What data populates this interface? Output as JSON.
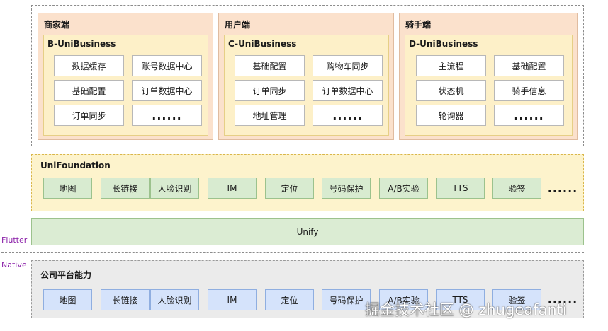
{
  "business_layer": {
    "merchant": {
      "title": "商家端",
      "module": "B-UniBusiness",
      "items": [
        "数据缓存",
        "账号数据中心",
        "基础配置",
        "订单数据中心",
        "订单同步",
        "......"
      ]
    },
    "user": {
      "title": "用户端",
      "module": "C-UniBusiness",
      "items": [
        "基础配置",
        "购物车同步",
        "订单同步",
        "订单数据中心",
        "地址管理",
        "......"
      ]
    },
    "rider": {
      "title": "骑手端",
      "module": "D-UniBusiness",
      "items": [
        "主流程",
        "基础配置",
        "状态机",
        "骑手信息",
        "轮询器",
        "......"
      ]
    }
  },
  "foundation": {
    "title": "UniFoundation",
    "items": [
      "地图",
      "长链接",
      "人脸识别",
      "IM",
      "定位",
      "号码保护",
      "A/B实验",
      "TTS",
      "验签"
    ],
    "more": "......"
  },
  "unify": {
    "label": "Unify"
  },
  "labels": {
    "flutter": "Flutter",
    "native": "Native"
  },
  "native_layer": {
    "title": "公司平台能力",
    "items": [
      "地图",
      "长链接",
      "人脸识别",
      "IM",
      "定位",
      "号码保护",
      "A/B实验",
      "TTS",
      "验签"
    ],
    "more": "......"
  },
  "watermark": "掘金技术社区 @ zhugeafanti"
}
